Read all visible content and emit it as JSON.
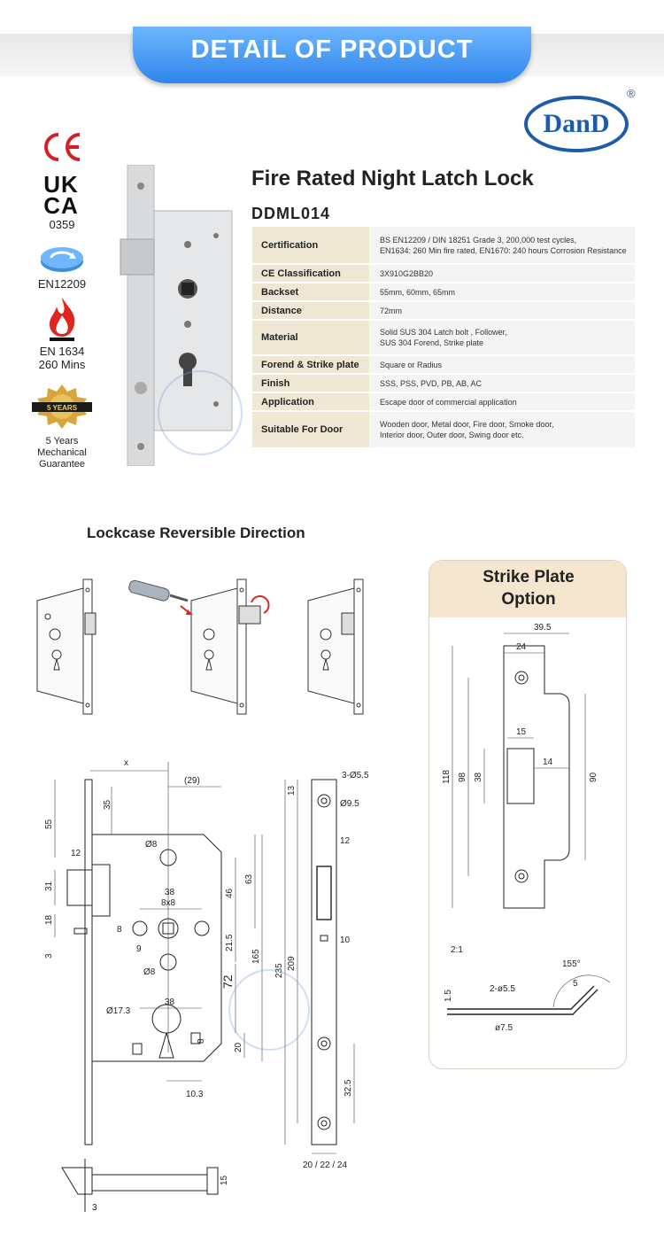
{
  "banner": {
    "title": "DETAIL OF PRODUCT"
  },
  "logo": {
    "text": "DanD",
    "reg": "®"
  },
  "certs": {
    "ukca_top": "UK",
    "ukca_bottom": "CA",
    "ukca_number": "0359",
    "en_icon_label": "EN12209",
    "fire_line1": "EN 1634",
    "fire_line2": "260 Mins",
    "badge_line1": "5 Years",
    "badge_line2": "Mechanical",
    "badge_line3": "Guarantee"
  },
  "product": {
    "title": "Fire Rated Night Latch Lock",
    "model": "DDML014"
  },
  "specs": [
    {
      "key": "Certification",
      "value": "BS EN12209 / DIN 18251 Grade 3, 200,000 test cycles,\nEN1634: 260 Min fire rated, EN1670: 240 hours Corrosion Resistance"
    },
    {
      "key": "CE Classification",
      "value": "3X910G2BB20"
    },
    {
      "key": "Backset",
      "value": "55mm, 60mm, 65mm"
    },
    {
      "key": "Distance",
      "value": "72mm"
    },
    {
      "key": "Material",
      "value": "Solid SUS 304 Latch bolt , Follower,\nSUS 304 Forend, Strike plate"
    },
    {
      "key": "Forend & Strike plate",
      "value": "Square or Radius"
    },
    {
      "key": "Finish",
      "value": "SSS, PSS, PVD, PB, AB, AC"
    },
    {
      "key": "Application",
      "value": "Escape door of commercial application"
    },
    {
      "key": "Suitable For Door",
      "value": "Wooden door, Metal door, Fire door, Smoke door,\nInterior door, Outer door, Swing door etc."
    }
  ],
  "reversible": {
    "title": "Lockcase Reversible Direction"
  },
  "strike": {
    "title_line1": "Strike Plate",
    "title_line2": "Option"
  },
  "drawing_labels": {
    "x": "x",
    "d35": "35",
    "d29": "(29)",
    "d55": "55",
    "d12a": "12",
    "d31": "31",
    "d18": "18",
    "d3a": "3",
    "phi8a": "Ø8",
    "d38a": "38",
    "d8x8": "8x8",
    "d8a": "8",
    "d9": "9",
    "d46": "46",
    "d63": "63",
    "d21_5": "21.5",
    "phi8b": "Ø8",
    "d72": "72",
    "d165": "165",
    "d235": "235",
    "d38b": "38",
    "phi17_3": "Ø17.3",
    "d8b": "8",
    "d20": "20",
    "d10_3": "10.3",
    "hole3": "3-Ø5.5",
    "phi9_5": "Ø9.5",
    "d13": "13",
    "d12b": "12",
    "d209": "209",
    "d10": "10",
    "d32_5": "32.5",
    "forend_w": "20 / 22 / 24",
    "d15a": "15",
    "d3b": "3",
    "s39_5": "39.5",
    "s24": "24",
    "s15": "15",
    "s14": "14",
    "s118": "118",
    "s98": "98",
    "s38": "38",
    "s90": "90",
    "scale": "2:1",
    "s155": "155°",
    "s5": "5",
    "s2phi": "2-ø5.5",
    "s1_5": "1.5",
    "s7_5": "ø7.5"
  },
  "colors": {
    "banner": "#2e86ea",
    "brand": "#1e5cab",
    "table_key_bg": "#f0e6d4",
    "table_val_bg": "#f4f4f4",
    "ce_red": "#d31f26"
  }
}
